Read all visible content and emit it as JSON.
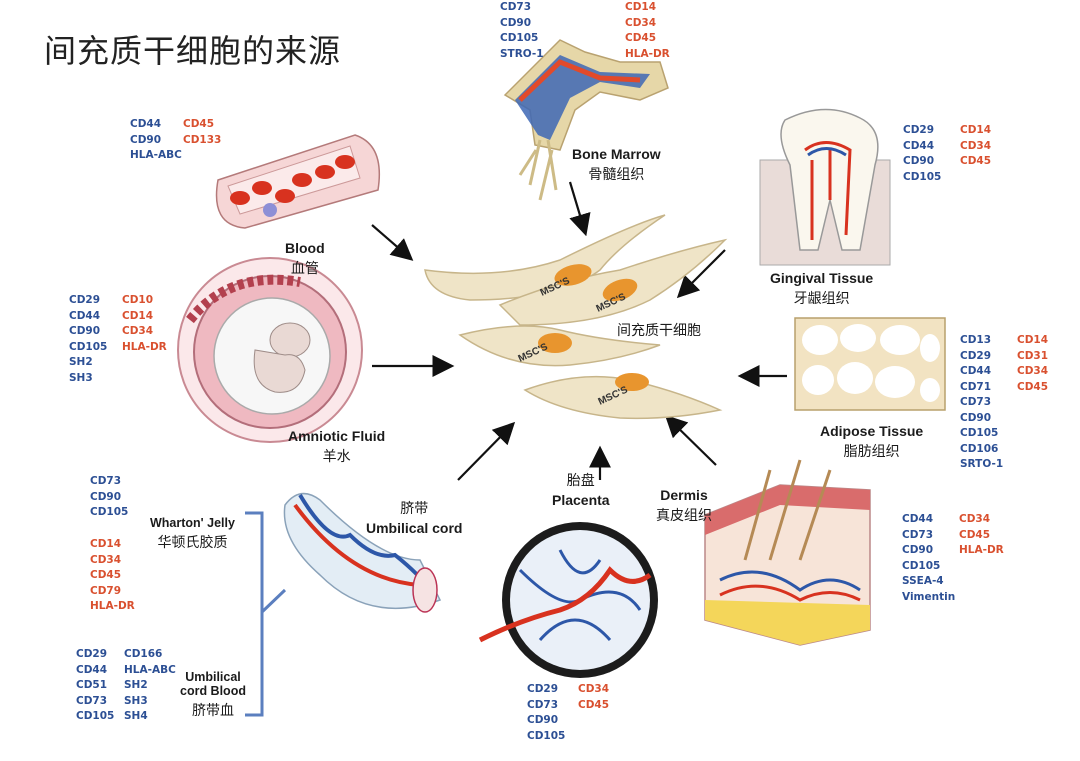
{
  "title": "间充质干细胞的来源",
  "center": {
    "cell_label": "MSC'S",
    "zh": "间充质干细胞"
  },
  "sources": {
    "bone_marrow": {
      "en": "Bone Marrow",
      "zh": "骨髓组织",
      "positive": [
        "CD73",
        "CD90",
        "CD105",
        "STRO-1"
      ],
      "negative": [
        "CD14",
        "CD34",
        "CD45",
        "HLA-DR"
      ]
    },
    "blood": {
      "en": "Blood",
      "zh": "血管",
      "positive": [
        "CD44",
        "CD90",
        "HLA-ABC"
      ],
      "negative": [
        "CD45",
        "CD133"
      ]
    },
    "gingival": {
      "en": "Gingival Tissue",
      "zh": "牙龈组织",
      "positive": [
        "CD29",
        "CD44",
        "CD90",
        "CD105"
      ],
      "negative": [
        "CD14",
        "CD34",
        "CD45"
      ]
    },
    "amniotic": {
      "en": "Amniotic Fluid",
      "zh": "羊水",
      "positive": [
        "CD29",
        "CD44",
        "CD90",
        "CD105",
        "SH2",
        "SH3"
      ],
      "negative": [
        "CD10",
        "CD14",
        "CD34",
        "HLA-DR"
      ]
    },
    "adipose": {
      "en": "Adipose Tissue",
      "zh": "脂肪组织",
      "positive": [
        "CD13",
        "CD29",
        "CD44",
        "CD71",
        "CD73",
        "CD90",
        "CD105",
        "CD106",
        "SRTO-1"
      ],
      "negative": [
        "CD14",
        "CD31",
        "CD34",
        "CD45"
      ]
    },
    "umbilical": {
      "en": "Umbilical cord",
      "zh": "脐带"
    },
    "wharton": {
      "en": "Wharton' Jelly",
      "zh": "华顿氏胶质",
      "positive": [
        "CD73",
        "CD90",
        "CD105"
      ],
      "negative": [
        "CD14",
        "CD34",
        "CD45",
        "CD79",
        "HLA-DR"
      ]
    },
    "cord_blood": {
      "en1": "Umbilical",
      "en2": "cord Blood",
      "zh": "脐带血",
      "col1": [
        "CD29",
        "CD44",
        "CD51",
        "CD73",
        "CD105"
      ],
      "col2": [
        "CD166",
        "HLA-ABC",
        "SH2",
        "SH3",
        "SH4"
      ]
    },
    "placenta": {
      "en": "Placenta",
      "zh": "胎盘",
      "positive": [
        "CD29",
        "CD73",
        "CD90",
        "CD105"
      ],
      "negative": [
        "CD34",
        "CD45"
      ]
    },
    "dermis": {
      "en": "Dermis",
      "zh": "真皮组织",
      "positive": [
        "CD44",
        "CD73",
        "CD90",
        "CD105",
        "SSEA-4",
        "Vimentin"
      ],
      "negative": [
        "CD34",
        "CD45",
        "HLA-DR"
      ]
    }
  },
  "colors": {
    "positive": "#2c4f94",
    "negative": "#d9502f",
    "cell": "#efe4c7",
    "nucleus": "#e8952e"
  }
}
